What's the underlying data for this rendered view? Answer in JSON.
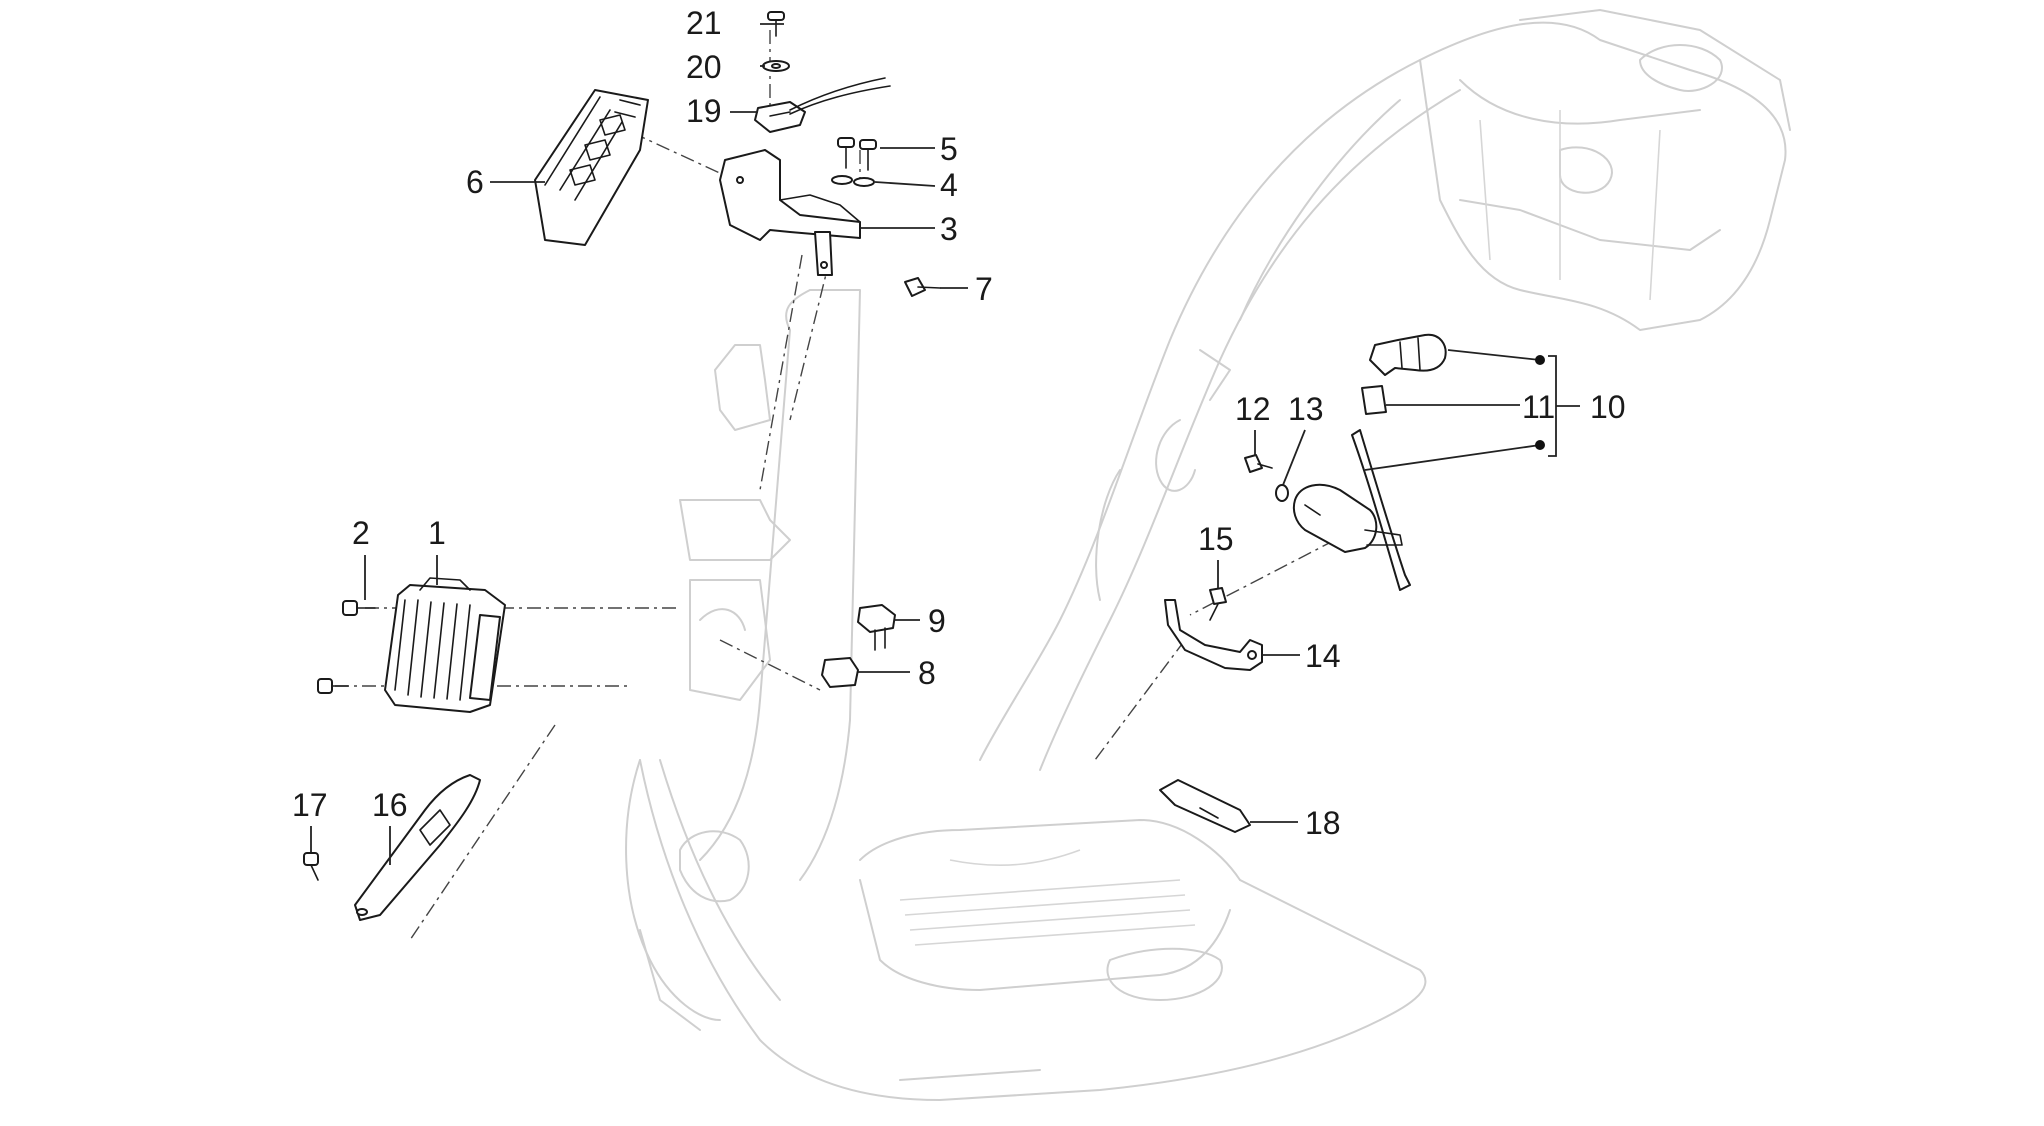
{
  "callouts": {
    "c1": "1",
    "c2": "2",
    "c3": "3",
    "c4": "4",
    "c5": "5",
    "c6": "6",
    "c7": "7",
    "c8": "8",
    "c9": "9",
    "c10": "10",
    "c11": "11",
    "c12": "12",
    "c13": "13",
    "c14": "14",
    "c15": "15",
    "c16": "16",
    "c17": "17",
    "c18": "18",
    "c19": "19",
    "c20": "20",
    "c21": "21"
  },
  "colors": {
    "frame": "#cfcfcf",
    "part": "#1a1a1a",
    "background": "#ffffff"
  }
}
